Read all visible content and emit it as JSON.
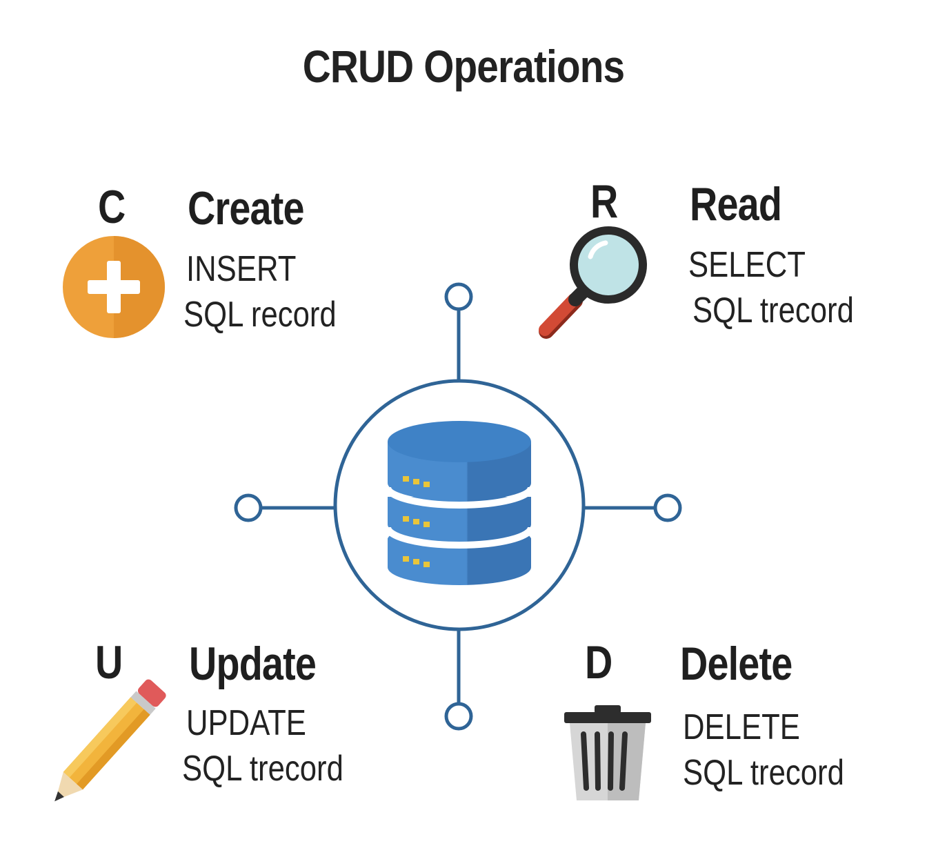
{
  "title": "CRUD Operations",
  "operations": [
    {
      "letter": "C",
      "name": "Create",
      "sql": "INSERT",
      "target": "SQL record",
      "icon": "plus-circle-icon"
    },
    {
      "letter": "R",
      "name": "Read",
      "sql": "SELECT",
      "target": "SQL trecord",
      "icon": "magnifier-icon"
    },
    {
      "letter": "U",
      "name": "Update",
      "sql": "UPDATE",
      "target": "SQL trecord",
      "icon": "pencil-icon"
    },
    {
      "letter": "D",
      "name": "Delete",
      "sql": "DELETE",
      "target": "SQL trecord",
      "icon": "trash-icon"
    }
  ],
  "colors": {
    "hub_stroke": "#2f6496",
    "database": "#4a8ccf",
    "plus": "#eea03a",
    "magnifier_handle": "#d24a35",
    "pencil": "#f2b43c",
    "trash": "#c9c9c9"
  }
}
